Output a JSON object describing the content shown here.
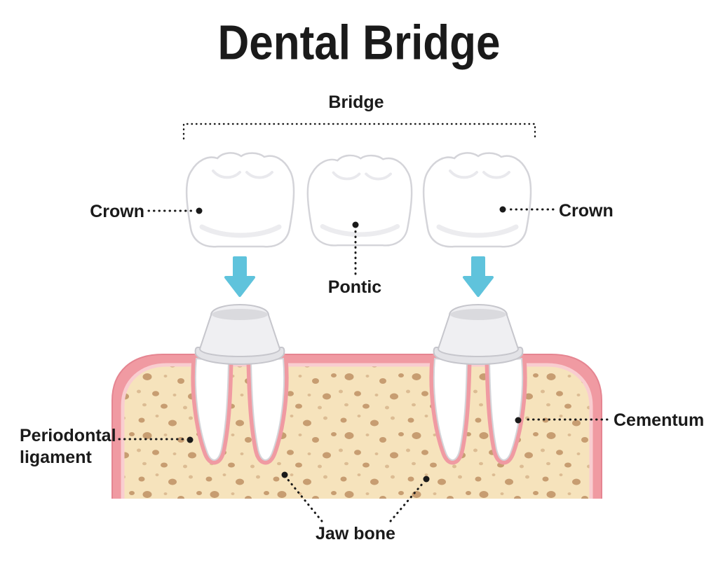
{
  "title": "Dental Bridge",
  "labels": {
    "bridge": "Bridge",
    "crown_left": "Crown",
    "crown_right": "Crown",
    "pontic": "Pontic",
    "periodontal_ligament": "Periodontal ligament",
    "cementum": "Cementum",
    "jaw_bone": "Jaw bone"
  },
  "colors": {
    "text": "#1a1a1a",
    "arrow_blue": "#5fc3dc",
    "gum_pink": "#f09aa2",
    "gum_outline": "#e58591",
    "gum_inner_light": "#f9cdd0",
    "bone_fill": "#f6e3bc",
    "bone_speckle": "#c79d71",
    "tooth_outline": "#d4d4d9",
    "tooth_white": "#ffffff"
  }
}
